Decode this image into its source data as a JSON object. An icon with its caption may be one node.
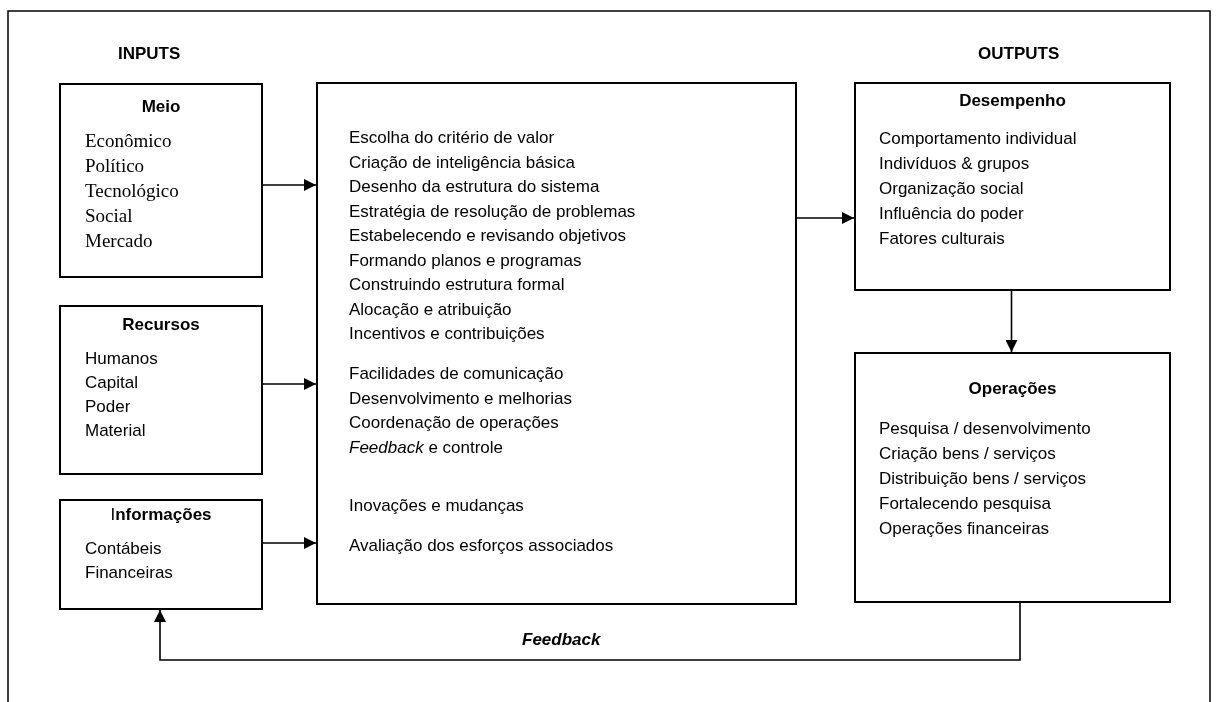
{
  "diagram": {
    "nodes": [
      {
        "text": [
          "Meio",
          "Econômico",
          "Político",
          "Tecnológico",
          "Social",
          "Mercado"
        ]
      },
      {
        "text": [
          "Recursos",
          "Humanos",
          "Capital",
          "Poder",
          "Material"
        ]
      },
      {
        "text": [
          "I**nformações**",
          "Contábeis",
          "Financeiras"
        ]
      },
      {
        "text": [
          "Escolha do critério de valor",
          "Criação de inteligência básica",
          "Desenho da estrutura do sistema",
          "Estratégia de resolução de problemas",
          "Estabelecendo e revisando objetivos",
          "Formando planos e programas",
          "Construindo estrutura formal",
          "Alocação e atribuição",
          "Incentivos e contribuições",
          "Facilidades de comunicação",
          "Desenvolvimento e melhorias",
          "Coordenação de operações",
          "*Feedback* e controle",
          "Inovações e mudanças",
          "Avaliação dos esforços associados"
        ]
      },
      {
        "text": [
          "Desempenho",
          "Comportamento individual",
          "Indivíduos & grupos",
          "Organização social",
          "Influência do poder",
          "Fatores culturais"
        ]
      },
      {
        "text": [
          "Operações",
          "Pesquisa / desenvolvimento",
          "Criação bens / serviços",
          "Distribuição bens / serviços",
          "Fortalecendo pesquisa",
          "Operações financeiras"
        ]
      }
    ],
    "edges": [
      {
        "from": 0,
        "to": 3,
        "arrow": "to"
      },
      {
        "from": 1,
        "to": 3,
        "arrow": "to"
      },
      {
        "from": 2,
        "to": 3,
        "arrow": "to"
      },
      {
        "from": 3,
        "to": 4,
        "arrow": "to"
      },
      {
        "from": 4,
        "to": 5,
        "arrow": "to"
      },
      {
        "from": 5,
        "to": 2,
        "arrow": "to",
        "label": "Feedback"
      }
    ],
    "labels": [
      "INPUTS",
      "OUTPUTS"
    ]
  }
}
